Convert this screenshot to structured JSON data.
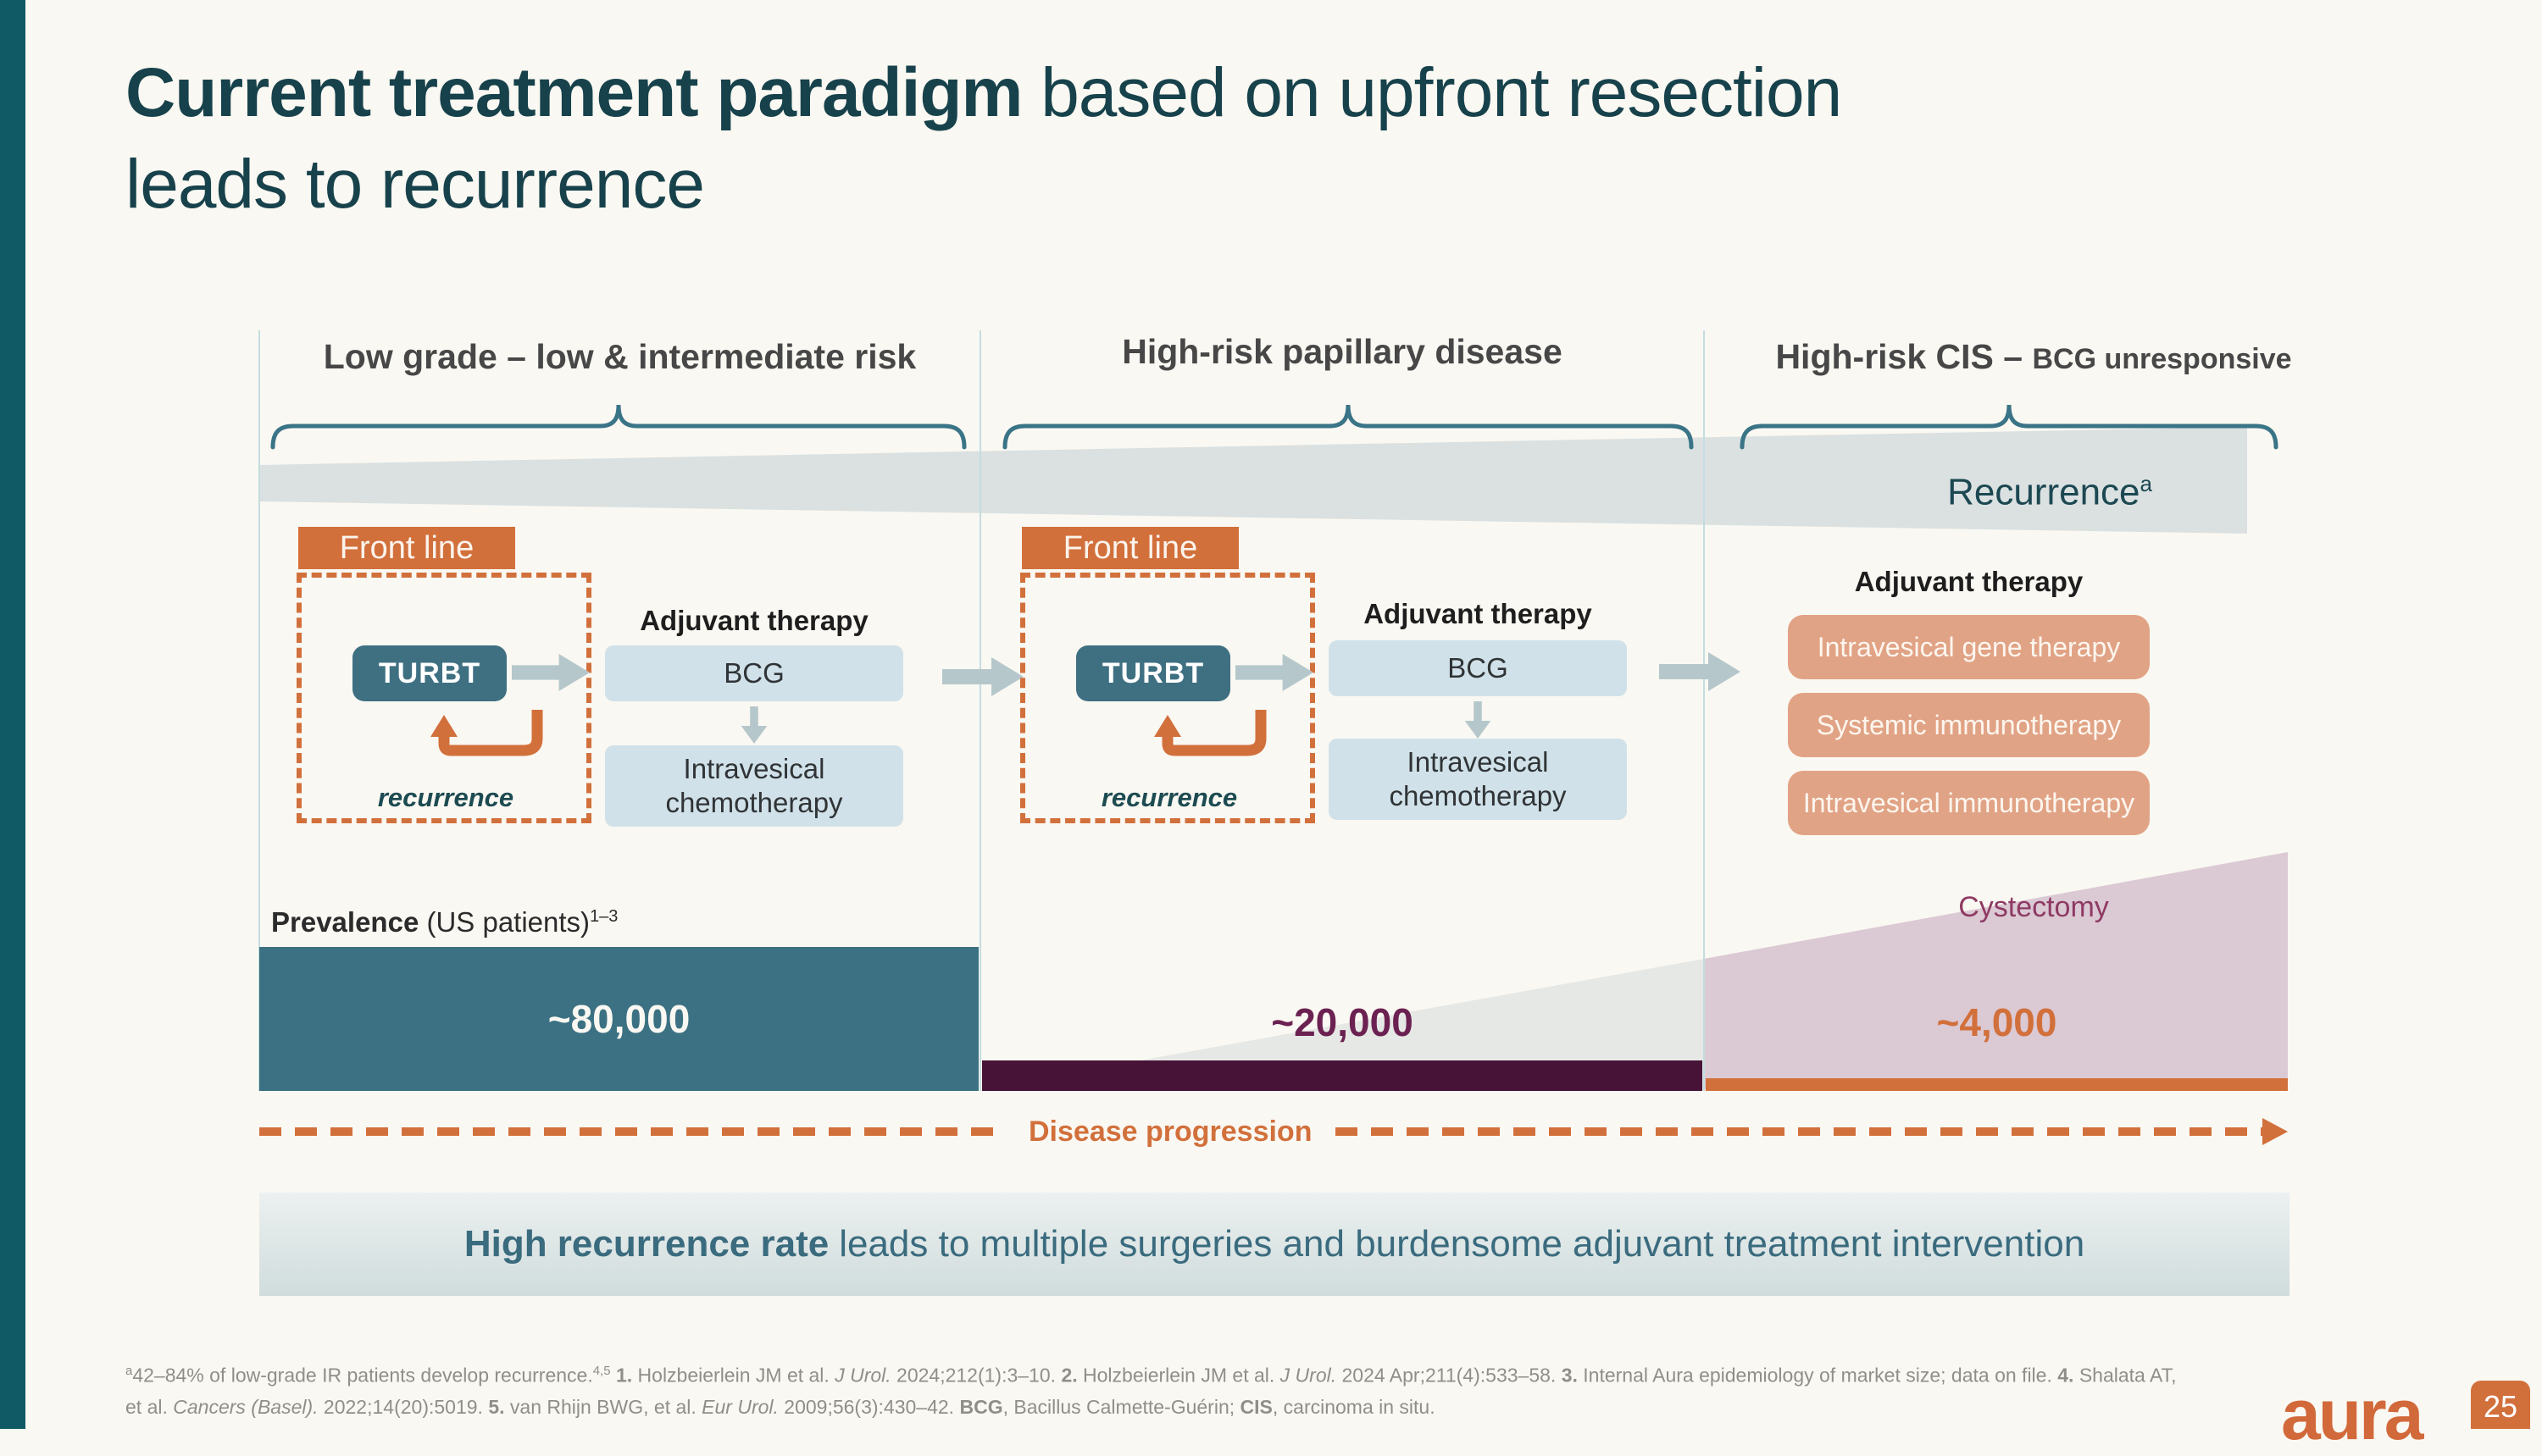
{
  "title": {
    "bold": "Current treatment paradigm",
    "rest": " based on upfront resection",
    "line2": "leads to recurrence"
  },
  "bands": {
    "recurrence_label": "Recurrence",
    "recurrence_sup": "a",
    "cystectomy_label": "Cystectomy"
  },
  "columns": [
    {
      "header": "Low grade – low & intermediate risk",
      "front_line": "Front line",
      "turbt": "TURBT",
      "adjuvant_title": "Adjuvant therapy",
      "therapy1": "BCG",
      "therapy2": "Intravesical chemotherapy",
      "recurrence_note": "recurrence",
      "prevalence": "~80,000"
    },
    {
      "header": "High-risk papillary disease",
      "front_line": "Front line",
      "turbt": "TURBT",
      "adjuvant_title": "Adjuvant therapy",
      "therapy1": "BCG",
      "therapy2": "Intravesical chemotherapy",
      "recurrence_note": "recurrence",
      "prevalence": "~20,000"
    },
    {
      "header": "High-risk CIS – ",
      "header_suffix": "BCG unresponsive",
      "adjuvant_title": "Adjuvant therapy",
      "therapies": [
        "Intravesical gene therapy",
        "Systemic immunotherapy",
        "Intravesical immunotherapy"
      ],
      "prevalence": "~4,000"
    }
  ],
  "prevalence": {
    "label_bold": "Prevalence",
    "label_rest": " (US patients)",
    "label_sup": "1–3"
  },
  "progression": {
    "label": "Disease progression"
  },
  "banner": {
    "bold": "High recurrence rate",
    "rest": "leads to multiple surgeries and burdensome adjuvant treatment intervention"
  },
  "footnotes": {
    "sup_a": "a",
    "f1": "42–84% of low-grade IR patients develop recurrence.",
    "sup_45": "4,5",
    "n1": "1.",
    "f2": " Holzbeierlein JM et al. ",
    "j1": "J Urol.",
    "f3": " 2024;212(1):3–10. ",
    "n2": "2.",
    "f4": " Holzbeierlein JM et al. ",
    "j2": "J Urol.",
    "f5": " 2024 Apr;211(4):533–58. ",
    "n3": "3.",
    "f6": " Internal Aura epidemiology of market size; data on file. ",
    "n4": "4.",
    "f7": " Shalata AT,",
    "l2a": "et al. ",
    "j3": "Cancers (Basel).",
    "l2b": " 2022;14(20):5019. ",
    "n5": "5.",
    "l2c": " van Rhijn BWG, et al. ",
    "j4": "Eur Urol.",
    "l2d": " 2009;56(3):430–42. ",
    "abbr1": "BCG",
    "l2e": ", Bacillus Calmette-Guérin; ",
    "abbr2": "CIS",
    "l2f": ", carcinoma in situ."
  },
  "page": {
    "brand": "aura",
    "number": "25"
  },
  "colors": {
    "accent_orange": "#D2703C",
    "deep_teal_bar": "#0F5A64",
    "title_teal": "#17424C",
    "steel_teal_box": "#3E7082",
    "light_blue_box": "#D0E1E9",
    "salmon_box": "#E1A385",
    "prevalence_teal_bar": "#3B7183",
    "prevalence_maroon_bar": "#471337",
    "maroon_text": "#6B2151",
    "recurrence_band_gray": "#DBE1E1",
    "cystectomy_mauve": "#DBC9D4",
    "banner_text": "#3A6B7E",
    "footnote_gray": "#8F8E88"
  }
}
